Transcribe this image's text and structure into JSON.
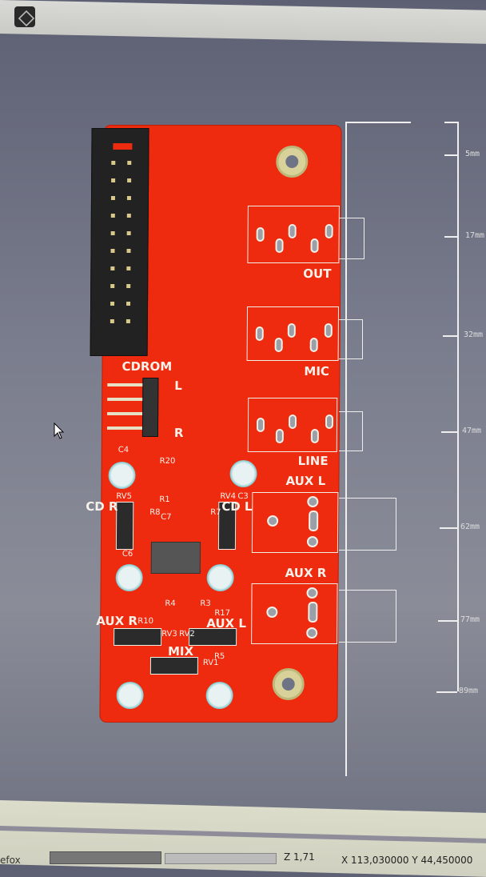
{
  "status": {
    "zoom": "Z 1,71",
    "coords": "X 113,030000  Y 44,450000",
    "app_fragment": "efox"
  },
  "board": {
    "connectors": {
      "cdrom": "CDROM",
      "cd_l": "L",
      "cd_r": "R",
      "out": "OUT",
      "mic": "MIC",
      "line": "LINE",
      "aux_l": "AUX L",
      "aux_r": "AUX R"
    },
    "pots": {
      "cd_r": "CD R",
      "cd_l": "CD L",
      "aux_r": "AUX R",
      "aux_l": "AUX L",
      "mix": "MIX"
    },
    "refs": {
      "c4": "C4",
      "r20": "R20",
      "r1": "R1",
      "r8": "R8",
      "c7": "C7",
      "rv5": "RV5",
      "rv4": "RV4",
      "c3": "C3",
      "r7": "R7",
      "c6": "C6",
      "r4": "R4",
      "r3": "R3",
      "r17": "R17",
      "r10": "R10",
      "rv3": "RV3",
      "rv2": "RV2",
      "rv1": "RV1",
      "r5": "R5"
    }
  },
  "ruler": [
    "5mm",
    "17mm",
    "32mm",
    "47mm",
    "62mm",
    "77mm",
    "89mm"
  ]
}
